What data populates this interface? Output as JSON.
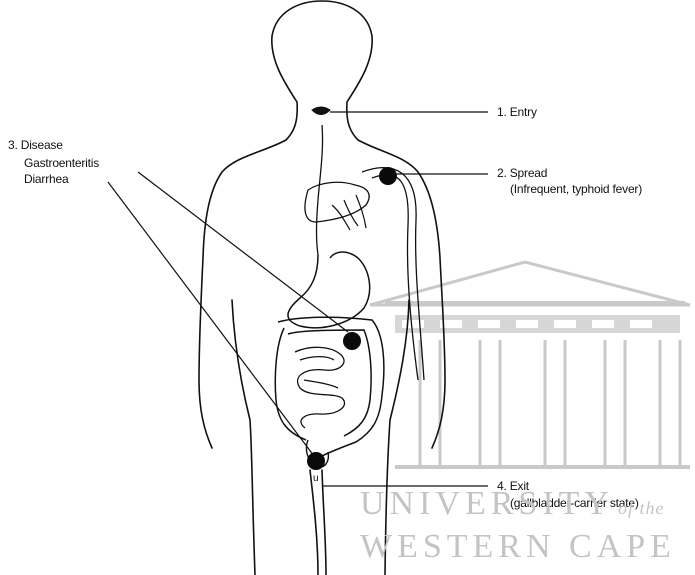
{
  "labels": {
    "entry": "1. Entry",
    "spread": "2. Spread",
    "spread_note": "(Infrequent, typhoid fever)",
    "disease": "3. Disease",
    "disease_item_1": "Gastroenteritis",
    "disease_item_2": "Diarrhea",
    "exit": "4. Exit",
    "exit_note": "(gallbladder-carrier state)"
  },
  "watermark": {
    "line1_main": "UNIVERSITY",
    "line1_suffix": "of the",
    "line2": "WESTERN CAPE"
  },
  "colors": {
    "ink": "#111111",
    "marker": "#0a0a0a",
    "watermark": "#c4c4c4"
  }
}
